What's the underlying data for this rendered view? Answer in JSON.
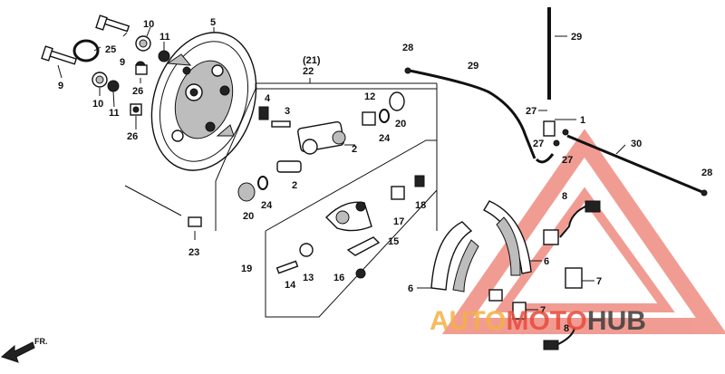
{
  "callouts": [
    {
      "id": "c5",
      "text": "5"
    },
    {
      "id": "c10a",
      "text": "10"
    },
    {
      "id": "c11a",
      "text": "11"
    },
    {
      "id": "c25",
      "text": "25"
    },
    {
      "id": "c9a",
      "text": "9"
    },
    {
      "id": "c26a",
      "text": "26"
    },
    {
      "id": "c9b",
      "text": "9"
    },
    {
      "id": "c10b",
      "text": "10"
    },
    {
      "id": "c11b",
      "text": "11"
    },
    {
      "id": "c26b",
      "text": "26"
    },
    {
      "id": "c21",
      "text": "(21)"
    },
    {
      "id": "c22",
      "text": "22"
    },
    {
      "id": "c4",
      "text": "4"
    },
    {
      "id": "c3",
      "text": "3"
    },
    {
      "id": "c12",
      "text": "12"
    },
    {
      "id": "c20a",
      "text": "20"
    },
    {
      "id": "c24a",
      "text": "24"
    },
    {
      "id": "c2a",
      "text": "2"
    },
    {
      "id": "c2b",
      "text": "2"
    },
    {
      "id": "c24b",
      "text": "24"
    },
    {
      "id": "c20b",
      "text": "20"
    },
    {
      "id": "c17",
      "text": "17"
    },
    {
      "id": "c18",
      "text": "18"
    },
    {
      "id": "c23",
      "text": "23"
    },
    {
      "id": "c15",
      "text": "15"
    },
    {
      "id": "c19",
      "text": "19"
    },
    {
      "id": "c13",
      "text": "13"
    },
    {
      "id": "c14",
      "text": "14"
    },
    {
      "id": "c16",
      "text": "16"
    },
    {
      "id": "c28a",
      "text": "28"
    },
    {
      "id": "c29a",
      "text": "29"
    },
    {
      "id": "c29b",
      "text": "29"
    },
    {
      "id": "c27a",
      "text": "27"
    },
    {
      "id": "c1",
      "text": "1"
    },
    {
      "id": "c27b",
      "text": "27"
    },
    {
      "id": "c27c",
      "text": "27"
    },
    {
      "id": "c30",
      "text": "30"
    },
    {
      "id": "c28b",
      "text": "28"
    },
    {
      "id": "c8a",
      "text": "8"
    },
    {
      "id": "c6a",
      "text": "6"
    },
    {
      "id": "c6b",
      "text": "6"
    },
    {
      "id": "c7a",
      "text": "7"
    },
    {
      "id": "c7b",
      "text": "7"
    },
    {
      "id": "c8b",
      "text": "8"
    }
  ],
  "front_arrow_label": "FR.",
  "watermark": {
    "part1": "AUTO",
    "part2": "MOTO",
    "part3": "HUB",
    "color_primary": "#f5b041",
    "color_secondary": "#e74c3c",
    "color_dark": "#3d3d3d"
  }
}
